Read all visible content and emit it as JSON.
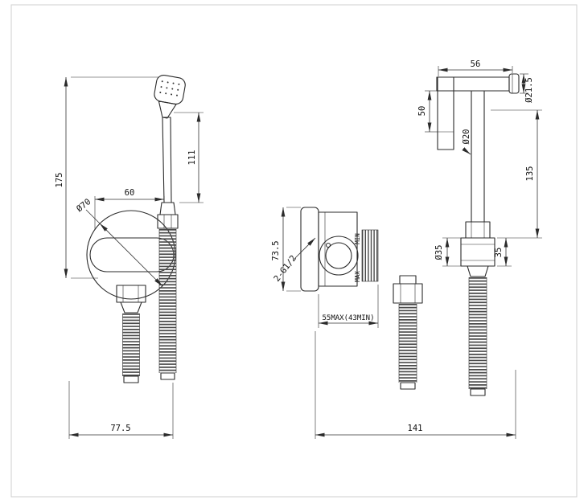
{
  "drawing_title": "bidet-sprayer-mixer-technical-drawing",
  "left_view": {
    "dim_total_height": "175",
    "dim_wand_length": "111",
    "dim_offset": "60",
    "dim_plate_diameter": "Ø70",
    "dim_bottom_width": "77.5"
  },
  "right_view": {
    "dim_bracket_length": "56",
    "dim_holder_diameter": "Ø21.5",
    "dim_holder_height": "50",
    "dim_pipe_diameter": "Ø20",
    "dim_pipe_length": "135",
    "dim_body_height": "73.5",
    "dim_thread_spec": "2-G1/2",
    "label_min": "MIN",
    "label_max": "MAX",
    "dim_outlet_diameter": "Ø35",
    "dim_outlet_height": "35",
    "dim_wall_depth": "55MAX(43MIN)",
    "dim_total_width": "141"
  }
}
